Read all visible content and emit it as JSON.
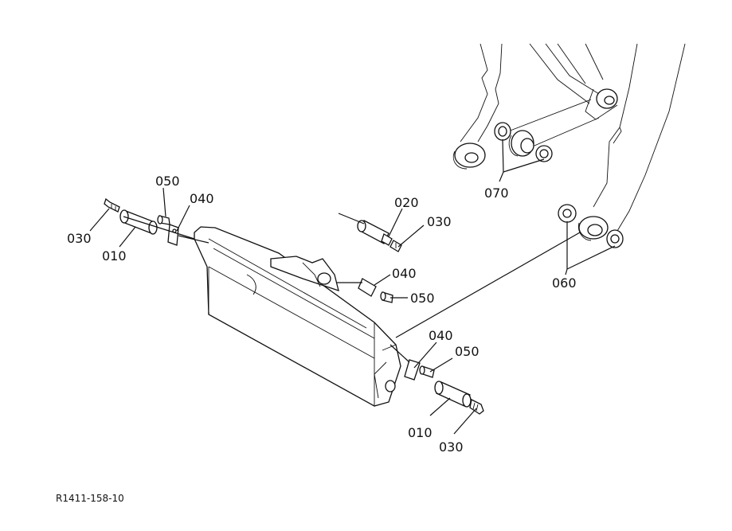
{
  "drawing_ref": "R1411-158-10",
  "callouts": {
    "c050_top_left": "050",
    "c040_top_left": "040",
    "c030_left": "030",
    "c010_left": "010",
    "c020": "020",
    "c030_mid": "030",
    "c070": "070",
    "c060": "060",
    "c040_mid": "040",
    "c050_mid": "050",
    "c040_right": "040",
    "c050_right": "050",
    "c010_right": "010",
    "c030_right": "030"
  }
}
